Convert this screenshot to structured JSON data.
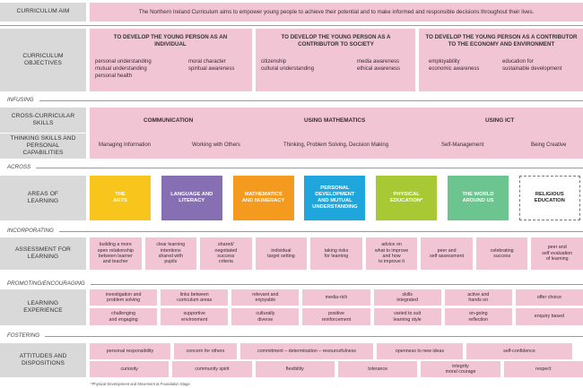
{
  "curriculum_aim": {
    "label": "CURRICULUM AIM",
    "text": "The Northern Ireland Curriculum aims to empower young people to achieve their potential and to make informed and responsible decisions throughout their lives."
  },
  "objectives": {
    "label": "CURRICULUM OBJECTIVES",
    "groups": [
      {
        "title": "TO DEVELOP THE YOUNG PERSON AS AN INDIVIDUAL",
        "items": [
          "personal understanding\nmutual understanding\npersonal health",
          "moral character\nspiritual awareness"
        ]
      },
      {
        "title": "TO DEVELOP THE YOUNG PERSON AS A CONTRIBUTOR TO SOCIETY",
        "items": [
          "citizenship\ncultural understanding",
          "media awareness\nethical awareness"
        ]
      },
      {
        "title": "TO DEVELOP THE YOUNG PERSON AS A CONTRIBUTOR TO THE ECONOMY AND ENVIRONMENT",
        "items": [
          "employability\neconomic awareness",
          "education for\nsustainable development"
        ]
      }
    ]
  },
  "infusing": {
    "section": "INFUSING",
    "cross_label": "CROSS-CURRICULAR SKILLS",
    "cross_items": [
      "COMMUNICATION",
      "USING MATHEMATICS",
      "USING ICT"
    ],
    "thinking_label": "THINKING SKILLS AND PERSONAL CAPABILITIES",
    "thinking_items": [
      "Managing Information",
      "Working with Others",
      "Thinking, Problem Solving, Decision Making",
      "Self-Management",
      "Being Creative"
    ]
  },
  "across": {
    "section": "ACROSS",
    "label": "AREAS OF LEARNING",
    "areas": [
      {
        "name": "THE\nARTS",
        "color": "#f7c51c"
      },
      {
        "name": "LANGUAGE AND\nLITERACY",
        "color": "#8670b3"
      },
      {
        "name": "MATHEMATICS\nAND NUMERACY",
        "color": "#f39a1f"
      },
      {
        "name": "PERSONAL\nDEVELOPMENT\nAND MUTUAL\nUNDERSTANDING",
        "color": "#1fa7dd"
      },
      {
        "name": "PHYSICAL\nEDUCATION*",
        "color": "#a8c934"
      },
      {
        "name": "THE WORLD\nAROUND US",
        "color": "#6cc48f"
      },
      {
        "name": "RELIGIOUS\nEDUCATION",
        "color": "#ffffff"
      }
    ]
  },
  "incorporating": {
    "section": "INCORPORATING",
    "label": "ASSESSMENT FOR LEARNING",
    "items": [
      "building a more\nopen relationship\nbetween learner\nand teacher",
      "clear learning\nintentions\nshared with\npupils",
      "shared/\nnegotiated\nsuccess\ncriteria",
      "individual\ntarget setting",
      "taking risks\nfor learning",
      "advice on\nwhat to improve\nand how\nto improve it",
      "peer and\nself assessment",
      "celebrating\nsuccess",
      "peer and\nself evaluation\nof learning"
    ]
  },
  "promoting": {
    "section": "PROMOTING/ENCOURAGING",
    "label": "LEARNING EXPERIENCE",
    "row1": [
      "investigation and\nproblem solving",
      "links between\ncurriculum areas",
      "relevant and\nenjoyable",
      "media-rich",
      "skills\nintegrated",
      "active and\nhands on",
      "offer choice"
    ],
    "row2": [
      "challenging\nand engaging",
      "supportive\nenvironment",
      "culturally\ndiverse",
      "positive\nreinforcement",
      "varied to suit\nlearning style",
      "on-going\nreflection",
      "enquiry based"
    ]
  },
  "fostering": {
    "section": "FOSTERING",
    "label": "ATTITUDES AND DISPOSITIONS",
    "row1": [
      "personal responsibility",
      "concern for others",
      "commitment – determination – resourcefulness",
      "openness to new ideas",
      "self-confidence"
    ],
    "row2": [
      "curiosity",
      "community spirit",
      "flexibility",
      "tolerance",
      "integrity\nmoral courage",
      "respect"
    ]
  },
  "footnote": "*Physical Development and Movement at Foundation Stage"
}
